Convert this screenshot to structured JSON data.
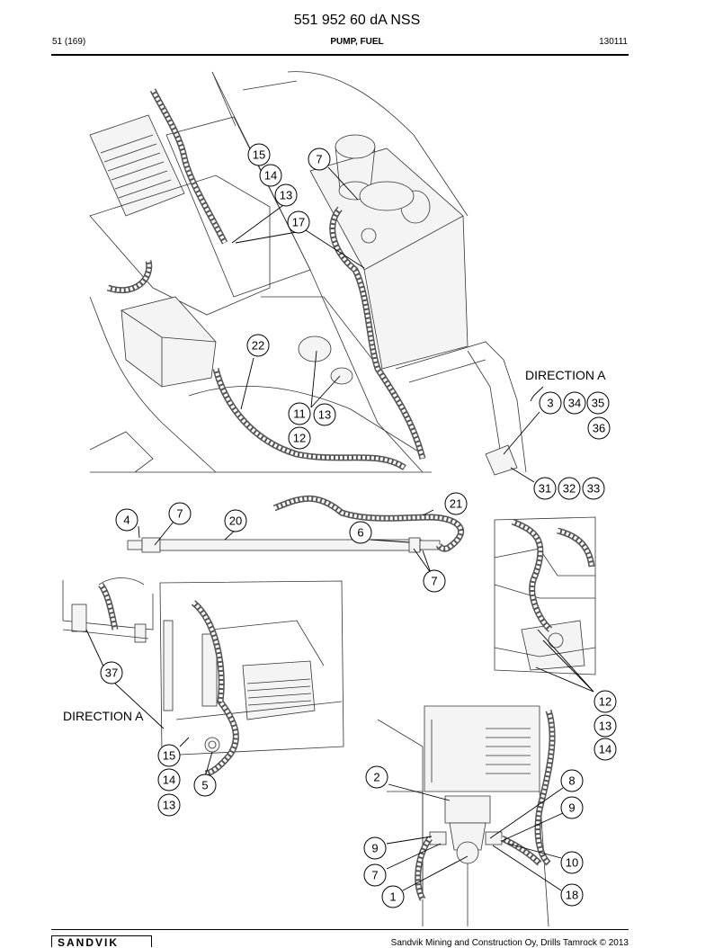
{
  "header": {
    "doc_number": "551 952 60 dA NSS",
    "page": "51 (169)",
    "section": "PUMP, FUEL",
    "date_code": "130111"
  },
  "labels": {
    "direction_a_1": "DIRECTION A",
    "direction_a_2": "DIRECTION A"
  },
  "balloons": {
    "b15a": "15",
    "b14a": "14",
    "b13a": "13",
    "b17": "17",
    "b7a": "7",
    "b22": "22",
    "b11": "11",
    "b13b": "13",
    "b12a": "12",
    "b3": "3",
    "b34": "34",
    "b35": "35",
    "b36": "36",
    "b31": "31",
    "b32": "32",
    "b33": "33",
    "b4": "4",
    "b7b": "7",
    "b20": "20",
    "b21": "21",
    "b6": "6",
    "b7c": "7",
    "b37": "37",
    "b15b": "15",
    "b14b": "14",
    "b13c": "13",
    "b5": "5",
    "b12b": "12",
    "b13d": "13",
    "b14c": "14",
    "b2": "2",
    "b8": "8",
    "b9a": "9",
    "b9b": "9",
    "b10": "10",
    "b7d": "7",
    "b1": "1",
    "b18": "18"
  },
  "footer": {
    "logo_text": "SANDVIK",
    "copyright": "Sandvik Mining and Construction Oy, Drills Tamrock © 2013"
  }
}
